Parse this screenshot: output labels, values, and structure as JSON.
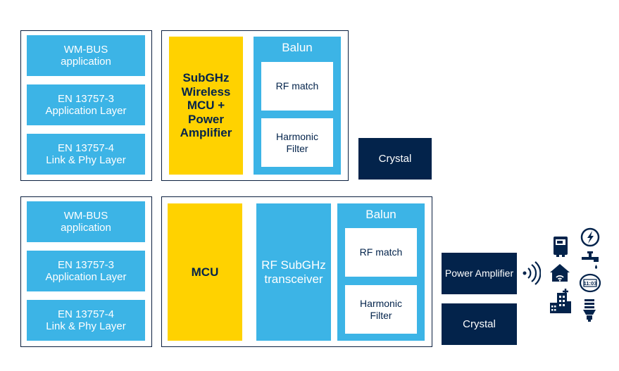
{
  "top": {
    "stack": [
      "WM-BUS\napplication",
      "EN 13757-3\nApplication Layer",
      "EN 13757-4\nLink & Phy Layer"
    ],
    "mcu": "SubGHz\nWireless\nMCU +\nPower\nAmplifier",
    "balun": {
      "title": "Balun",
      "rf_match": "RF match",
      "harmonic_filter": "Harmonic\nFilter"
    },
    "crystal": "Crystal"
  },
  "bottom": {
    "stack": [
      "WM-BUS\napplication",
      "EN 13757-3\nApplication Layer",
      "EN 13757-4\nLink & Phy Layer"
    ],
    "mcu": "MCU",
    "transceiver": "RF SubGHz\ntransceiver",
    "balun": {
      "title": "Balun",
      "rf_match": "RF match",
      "harmonic_filter": "Harmonic\nFilter"
    },
    "power_amplifier": "Power Amplifier",
    "crystal": "Crystal"
  },
  "icons": [
    "wireless-signal-icon",
    "gas-meter-icon",
    "electricity-meter-icon",
    "smart-home-icon",
    "water-tap-icon",
    "city-building-icon",
    "digital-meter-icon",
    "light-bulb-icon"
  ],
  "meter_readout": "11:03",
  "colors": {
    "navy": "#03234b",
    "cyan": "#3cb4e6",
    "yellow": "#ffd200"
  }
}
